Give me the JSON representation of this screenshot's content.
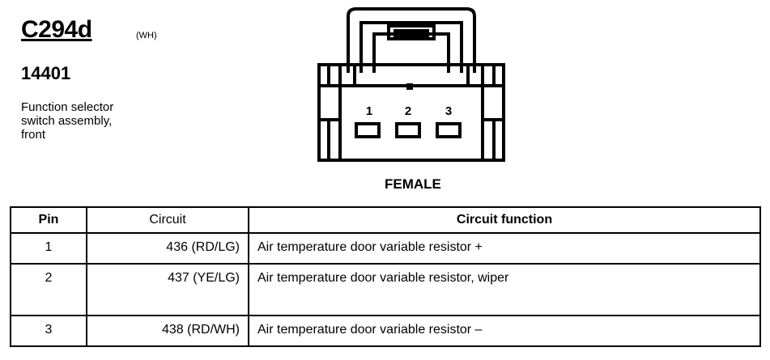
{
  "connector": {
    "code": "C294d",
    "color": "(WH)",
    "part_number": "14401",
    "description": [
      "Function selector",
      "switch assembly,",
      "front"
    ],
    "gender": "FEMALE",
    "pin_labels": [
      "1",
      "2",
      "3"
    ]
  },
  "table": {
    "headers": {
      "pin": "Pin",
      "circuit": "Circuit",
      "function": "Circuit function"
    },
    "rows": [
      {
        "pin": "1",
        "circuit": "436 (RD/LG)",
        "function": "Air temperature door variable resistor +"
      },
      {
        "pin": "2",
        "circuit": "437 (YE/LG)",
        "function": "Air temperature door variable resistor, wiper"
      },
      {
        "pin": "3",
        "circuit": "438 (RD/WH)",
        "function": "Air temperature door variable resistor –"
      }
    ]
  }
}
